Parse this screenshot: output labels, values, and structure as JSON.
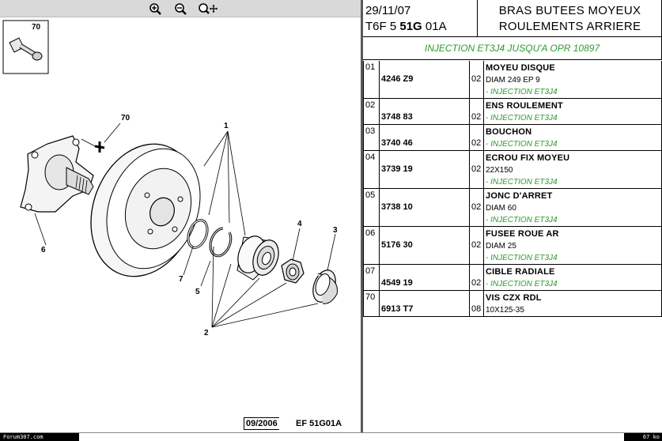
{
  "toolbar": {
    "buttons": [
      {
        "icon": "zoom-in-icon"
      },
      {
        "icon": "zoom-out-icon"
      },
      {
        "icon": "zoom-fit-icon"
      }
    ]
  },
  "diagram": {
    "callouts": [
      "70",
      "70",
      "1",
      "2",
      "3",
      "4",
      "5",
      "6",
      "7"
    ],
    "reference_date": "09/2006",
    "reference_code": "EF 51G01A"
  },
  "header": {
    "date": "29/11/07",
    "code_prefix": "T6F 5 ",
    "code_bold": "51G",
    "code_suffix": " 01A",
    "title_line1": "BRAS BUTEES MOYEUX",
    "title_line2": "ROULEMENTS ARRIERE"
  },
  "filter": "INJECTION ET3J4 JUSQU'A OPR 10897",
  "parts": [
    {
      "idx": "01",
      "ref": "4246 Z9",
      "qty": "02",
      "name": "MOYEU DISQUE",
      "spec": "DIAM 249 EP 9",
      "note": "- INJECTION ET3J4"
    },
    {
      "idx": "02",
      "ref": "3748 83",
      "qty": "02",
      "name": "ENS ROULEMENT",
      "spec": "",
      "note": "- INJECTION ET3J4"
    },
    {
      "idx": "03",
      "ref": "3740 46",
      "qty": "02",
      "name": "BOUCHON",
      "spec": "",
      "note": "- INJECTION ET3J4"
    },
    {
      "idx": "04",
      "ref": "3739 19",
      "qty": "02",
      "name": "ECROU FIX MOYEU",
      "spec": "22X150",
      "note": "- INJECTION ET3J4"
    },
    {
      "idx": "05",
      "ref": "3738 10",
      "qty": "02",
      "name": "JONC D'ARRET",
      "spec": "DIAM 60",
      "note": "- INJECTION ET3J4"
    },
    {
      "idx": "06",
      "ref": "5176 30",
      "qty": "02",
      "name": "FUSEE ROUE AR",
      "spec": "DIAM 25",
      "note": "- INJECTION ET3J4"
    },
    {
      "idx": "07",
      "ref": "4549 19",
      "qty": "02",
      "name": "CIBLE RADIALE",
      "spec": "",
      "note": "- INJECTION ET3J4"
    },
    {
      "idx": "70",
      "ref": "6913 T7",
      "qty": "08",
      "name": "VIS CZX RDL",
      "spec": "10X125-35",
      "note": ""
    }
  ],
  "status": {
    "left": "Forum307.com",
    "right": "67 ko"
  }
}
